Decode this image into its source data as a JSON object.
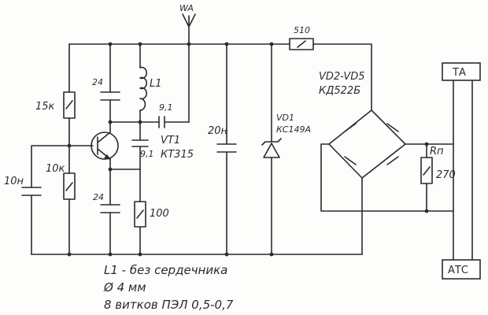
{
  "antenna": {
    "label": "WA"
  },
  "components": {
    "r_15k": "15к",
    "r_10k": "10к",
    "c_10n": "10н",
    "c_24_top": "24",
    "c_24_bottom": "24",
    "l1": "L1",
    "c_9_1_a": "9,1",
    "c_9_1_b": "9,1",
    "r_100": "100",
    "vt1_name": "VT1",
    "vt1_type": "КТ315",
    "c_20n": "20н",
    "vd1_name": "VD1",
    "vd1_type": "КС149А",
    "r_510": "510",
    "bridge_name": "VD2-VD5",
    "bridge_type": "КД522Б",
    "rp_name": "Rп",
    "r_270": "270"
  },
  "terminals": {
    "ta": "ТА",
    "ats": "АТС"
  },
  "notes": {
    "line1": "L1 - без сердечника",
    "line2": "Ø 4 мм",
    "line3": "8 витков ПЭЛ 0,5-0,7"
  }
}
